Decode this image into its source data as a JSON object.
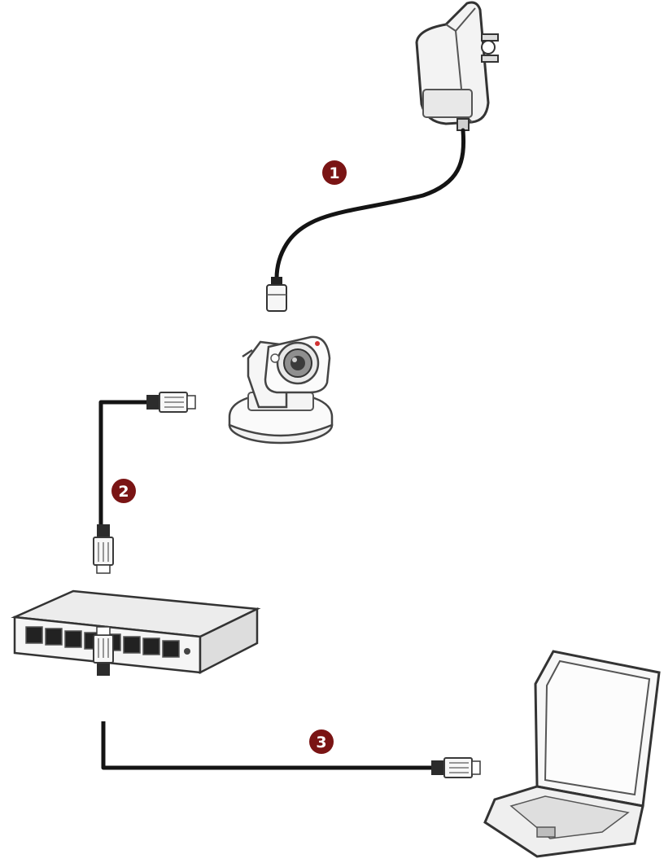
{
  "steps": [
    {
      "number": "1",
      "cable": "power-cable",
      "from": "power-adapter",
      "to": "ip-camera"
    },
    {
      "number": "2",
      "cable": "ethernet-cable",
      "from": "ip-camera",
      "to": "network-switch"
    },
    {
      "number": "3",
      "cable": "ethernet-cable",
      "from": "network-switch",
      "to": "laptop"
    }
  ],
  "devices": [
    "power-adapter-icon",
    "ip-camera-icon",
    "network-switch-icon",
    "laptop-icon"
  ],
  "colors": {
    "step_badge": "#7a1414",
    "cable": "#141414",
    "outline": "#3a3a3a",
    "device_fill": "#f4f4f4",
    "camera_indicator": "#d03030"
  }
}
